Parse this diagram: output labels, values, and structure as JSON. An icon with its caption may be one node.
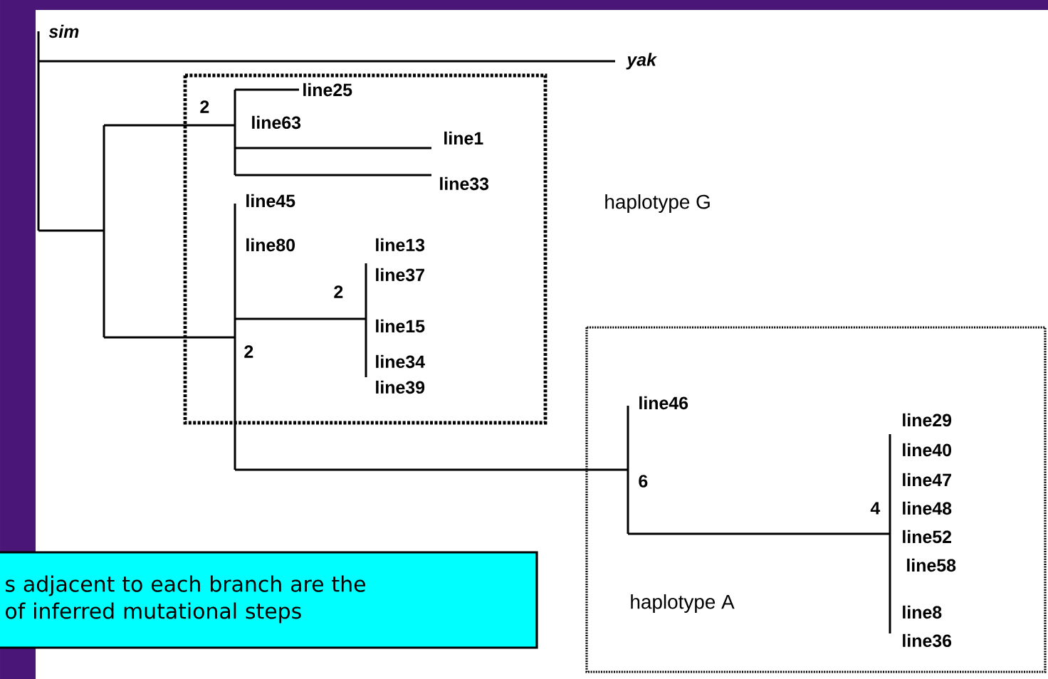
{
  "diagram": {
    "nodes": [
      {
        "text": [
          "haplotype G"
        ]
      },
      {
        "text": [
          "haplotype A"
        ]
      },
      {
        "text": [
          "s adjacent to each branch are the of inferred mutational steps"
        ]
      }
    ],
    "labels": [
      "sim",
      "yak",
      "2",
      "line25",
      "line63",
      "line1",
      "line33",
      "line45",
      "line80",
      "line13",
      "line37",
      "2",
      "line15",
      "2",
      "line34",
      "line39",
      "line46",
      "line29",
      "line40",
      "6",
      "line47",
      "4",
      "line48",
      "line52",
      "line58",
      "line8",
      "line36"
    ]
  }
}
